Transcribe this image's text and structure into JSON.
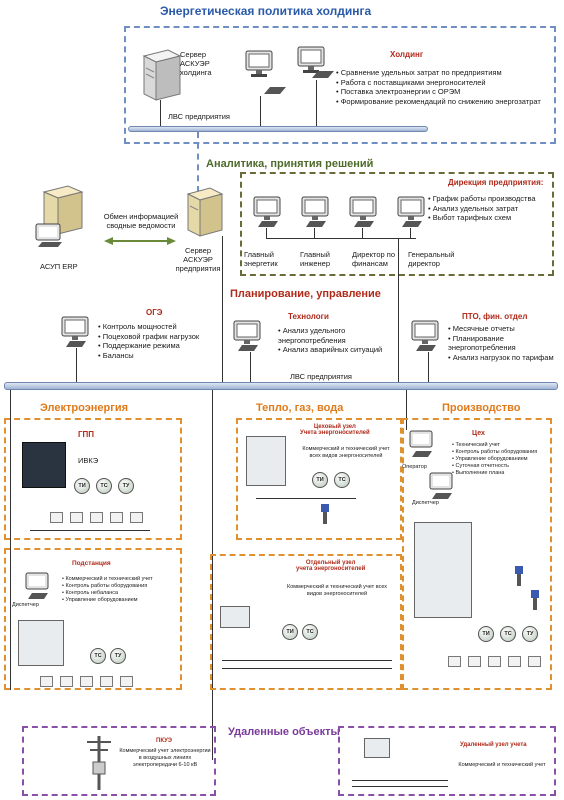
{
  "title": "Энергетическая политика холдинга",
  "holding": {
    "server_label": [
      "Сервер",
      "АСКУЭР",
      "холдинга"
    ],
    "heading": "Холдинг",
    "items": [
      "Сравнение удельных затрат по предприятиям",
      "Работа с поставщиками энергоносителей",
      "Поставка электроэнергии с ОРЭМ",
      "Формирование рекомендаций по снижению энергозатрат"
    ],
    "lan": "ЛВС предприятия"
  },
  "analytics": {
    "heading": "Аналитика, принятия решений",
    "direction_heading": "Дирекция предприятия:",
    "items": [
      "График работы производства",
      "Анализ удельных затрат",
      "Выбот тарифных схем"
    ],
    "roles": [
      [
        "Главный",
        "энергетик"
      ],
      [
        "Главный",
        "инженер"
      ],
      [
        "Директор по",
        "финансам"
      ],
      [
        "Генеральный",
        "директор"
      ]
    ]
  },
  "exchange": {
    "label": [
      "Обмен информацией",
      "сводные ведомости"
    ],
    "erp_label": "АСУП ERP",
    "server_label": [
      "Сервер",
      "АСКУЭР",
      "предприятия"
    ]
  },
  "planning": {
    "heading": "Планирование, управление",
    "oge": {
      "heading": "ОГЭ",
      "items": [
        "Контроль мощностей",
        "Поцеховой график нагрузок",
        "Поддержание режима",
        "Балансы"
      ]
    },
    "technologists": {
      "heading": "Технологи",
      "items": [
        "Анализ удельного энергопотребления",
        "Анализ аварийных ситуаций"
      ]
    },
    "pto": {
      "heading": "ПТО, фин. отдел",
      "items": [
        "Месячные отчеты",
        "Планирование энергопотребления",
        "Анализ нагрузок по тарифам"
      ]
    },
    "lan": "ЛВС предприятия"
  },
  "electricity": {
    "heading": "Электроэнергия",
    "gpp": {
      "heading": "ГПП",
      "ivke": "ИВКЭ",
      "meters": [
        "ТИ",
        "ТС",
        "ТУ"
      ]
    },
    "substation": {
      "heading": "Подстанция",
      "dispatcher": "Диспетчер",
      "items": [
        "Коммерческий и технический учет",
        "Контроль работы оборудования",
        "Контроль небаланса",
        "Управление оборудованием"
      ],
      "meters": [
        "ТС",
        "ТУ"
      ]
    }
  },
  "heat": {
    "heading": "Тепло, газ, вода",
    "shop_node": {
      "heading": [
        "Цеховый узел",
        "Учета энергоносителей"
      ],
      "text": "Коммерческий и технический учет всех видов энергоносителей",
      "meters": [
        "ТИ",
        "ТС"
      ]
    },
    "separate_node": {
      "heading": [
        "Отдельный узел",
        "учета энергоносителей"
      ],
      "text": "Коммерческий и технический учет всех видов энергоносителей",
      "meters": [
        "ТИ",
        "ТС"
      ]
    }
  },
  "production": {
    "heading": "Производство",
    "operator": "Оператор",
    "dispatcher": "Диспетчер",
    "shop": {
      "heading": "Цех",
      "items": [
        "Технический учет",
        "Контроль работы оборудования",
        "Управление оборудованием",
        "Суточная отчетность",
        "Выполнение плана"
      ]
    },
    "meters": [
      "ТИ",
      "ТС",
      "ТУ"
    ]
  },
  "remote": {
    "heading": "Удаленные объекты",
    "pkue": {
      "heading": "ПКУЭ",
      "text": "Коммерческий учет электроэнергии в воздушных линиях электропередачи 6-10 кВ"
    },
    "remote_node": {
      "heading": "Удаленный узел учета",
      "text": "Коммерческий и технический учет"
    }
  },
  "colors": {
    "blue": "#2a5aa8",
    "green": "#4d6b2a",
    "red": "#b02a1a",
    "orange": "#e07a1a",
    "purple": "#7a3a9a"
  }
}
